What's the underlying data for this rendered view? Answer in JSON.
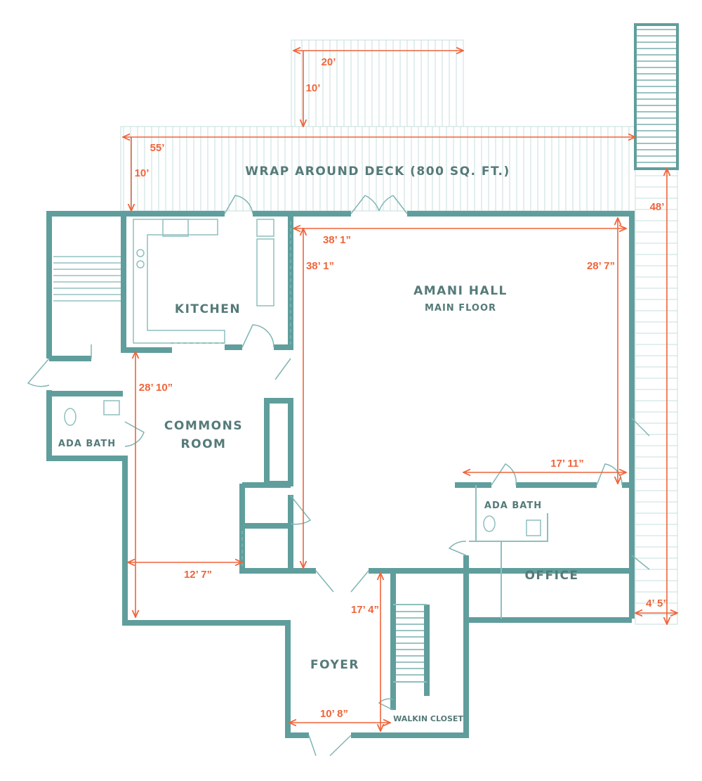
{
  "colors": {
    "wall": "#5f9e9c",
    "dimension": "#f0643a",
    "label": "#557a79",
    "deck_line": "#c6dfdd"
  },
  "rooms": {
    "deck": "WRAP AROUND DECK (800 SQ. FT.)",
    "kitchen": "KITCHEN",
    "hall": "AMANI HALL",
    "hall_sub": "MAIN FLOOR",
    "commons_1": "COMMONS",
    "commons_2": "ROOM",
    "ada_bath_left": "ADA BATH",
    "ada_bath_right": "ADA BATH",
    "office": "OFFICE",
    "foyer": "FOYER",
    "walkin_closet": "WALKIN CLOSET"
  },
  "dimensions": {
    "deck_ext_width": "20’",
    "deck_ext_depth": "10’",
    "deck_width": "55’",
    "deck_depth": "10’",
    "side_deck_length": "48’",
    "hall_width": "38’ 1”",
    "hall_length": "38’ 1”",
    "hall_depth": "28’ 7”",
    "office_width": "17’ 11”",
    "commons_length": "28’ 10”",
    "commons_width": "12’ 7”",
    "foyer_length": "17’ 4”",
    "foyer_width": "10’ 8”",
    "side_deck_width": "4’ 5”"
  }
}
